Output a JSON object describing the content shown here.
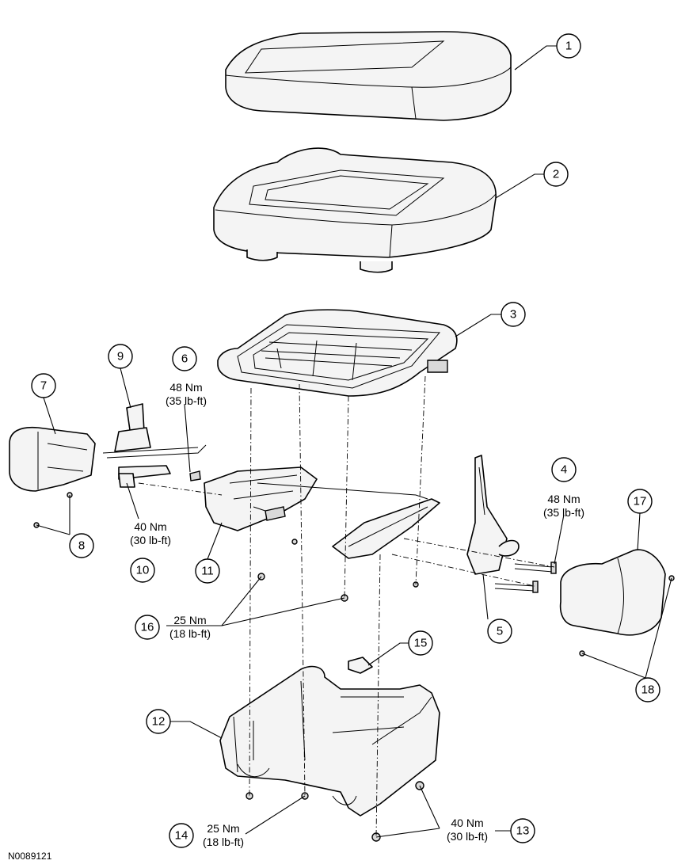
{
  "figure_id": "N0089121",
  "callouts": [
    {
      "label": "1"
    },
    {
      "label": "2"
    },
    {
      "label": "3"
    },
    {
      "label": "4"
    },
    {
      "label": "5"
    },
    {
      "label": "6"
    },
    {
      "label": "7"
    },
    {
      "label": "8"
    },
    {
      "label": "9"
    },
    {
      "label": "10"
    },
    {
      "label": "11"
    },
    {
      "label": "12"
    },
    {
      "label": "13"
    },
    {
      "label": "14"
    },
    {
      "label": "15"
    },
    {
      "label": "16"
    },
    {
      "label": "17"
    },
    {
      "label": "18"
    }
  ],
  "torque_specs": {
    "spec_6": {
      "metric": "48 Nm",
      "imperial": "(35 lb-ft)"
    },
    "spec_4": {
      "metric": "48 Nm",
      "imperial": "(35 lb-ft)"
    },
    "spec_10": {
      "metric": "40 Nm",
      "imperial": "(30 lb-ft)"
    },
    "spec_16": {
      "metric": "25 Nm",
      "imperial": "(18 lb-ft)"
    },
    "spec_14": {
      "metric": "25 Nm",
      "imperial": "(18 lb-ft)"
    },
    "spec_13": {
      "metric": "40 Nm",
      "imperial": "(30 lb-ft)"
    }
  }
}
